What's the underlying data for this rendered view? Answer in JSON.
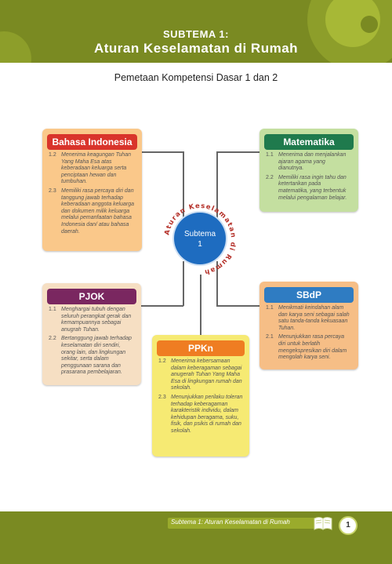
{
  "header": {
    "subtitle": "SUBTEMA 1:",
    "title": "Aturan Keselamatan di Rumah"
  },
  "page_heading": "Pemetaan Kompetensi Dasar 1 dan 2",
  "hub": {
    "ring_text": "Aturan Keselamatan di Rumah",
    "line1": "Subtema",
    "line2": "1"
  },
  "cards": {
    "bahasa_indonesia": {
      "title": "Bahasa Indonesia",
      "items": [
        {
          "num": "1.2",
          "text": "Menerima keagungan Tuhan Yang Maha Esa atas keberadaan keluarga serta penciptaan hewan dan tumbuhan."
        },
        {
          "num": "2.3",
          "text": "Memiliki rasa percaya diri dan tanggung jawab terhadap keberadaan anggota keluarga dan dokumen milik keluarga melalui pemanfaatan bahasa Indonesia dan/ atau bahasa daerah."
        }
      ]
    },
    "matematika": {
      "title": "Matematika",
      "items": [
        {
          "num": "1.1",
          "text": "Menerima dan menjalankan ajaran agama yang dianutnya."
        },
        {
          "num": "2.2",
          "text": "Memiliki rasa ingin tahu dan ketertarikan pada matematika, yang terbentuk melalui pengalaman belajar."
        }
      ]
    },
    "pjok": {
      "title": "PJOK",
      "items": [
        {
          "num": "1.1",
          "text": "Menghargai tubuh dengan seluruh perangkat gerak dan kemampuannya sebagai anugrah Tuhan."
        },
        {
          "num": "2.2",
          "text": "Bertanggung jawab terhadap keselamatan diri sendiri, orang lain, dan lingkungan sekitar, serta dalam penggunaan sarana dan prasarana pembelajaran."
        }
      ]
    },
    "sbdp": {
      "title": "SBdP",
      "items": [
        {
          "num": "1.1",
          "text": "Menikmati keindahan alam dan karya seni sebagai salah satu tanda-tanda kekuasaan Tuhan."
        },
        {
          "num": "2.1",
          "text": "Menunjukkan rasa percaya diri untuk berlatih mengekspresikan diri dalam mengolah karya seni."
        }
      ]
    },
    "ppkn": {
      "title": "PPKn",
      "items": [
        {
          "num": "1.2",
          "text": "Menerima kebersamaan dalam keberagaman sebagai anugerah Tuhan Yang Maha Esa di lingkungan rumah dan sekolah."
        },
        {
          "num": "2.3",
          "text": "Menunjukkan perilaku toleran terhadap keberagaman karakteristik individu, dalam kehidupan beragama, suku, fisik, dan psikis di rumah dan sekolah."
        }
      ]
    }
  },
  "footer": {
    "text": "Subtema 1: Aturan Keselamatan di Rumah",
    "page_number": "1"
  },
  "colors": {
    "header_band": "#7a8a22",
    "bahasa_indonesia": "#d9342b",
    "matematika": "#1f7a4d",
    "pjok": "#7a2760",
    "sbdp": "#2f7cc2",
    "ppkn": "#ef7d22",
    "hub": "#1e6cc0",
    "ring_text": "#b5312a"
  }
}
